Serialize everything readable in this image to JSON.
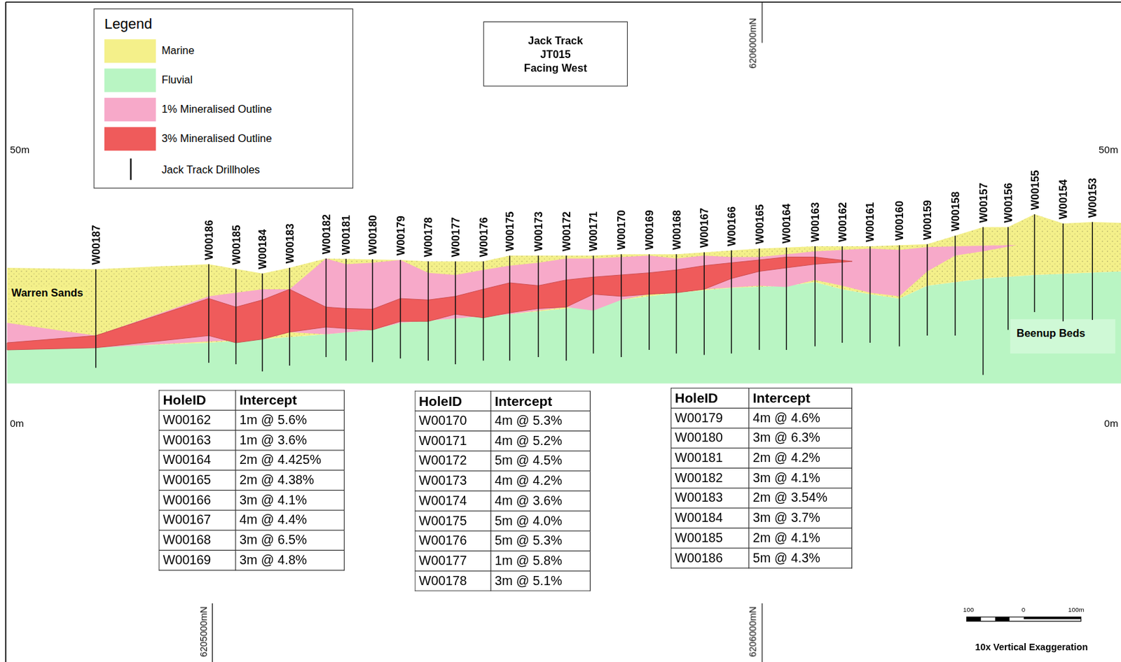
{
  "diagram": {
    "title": "Jack Track JT015 Facing West",
    "labels": [
      "Legend",
      "50m",
      "50m",
      "6206000mN",
      "W00187",
      "W00186",
      "W00185",
      "W00184",
      "W00183",
      "W00182",
      "W00181",
      "W00180",
      "W00179",
      "W00178",
      "W00177",
      "W00176",
      "W00175",
      "W00173",
      "W00172",
      "W00171",
      "W00170",
      "W00169",
      "W00168",
      "W00167",
      "W00166",
      "W00165",
      "W00164",
      "W00163",
      "W00162",
      "W00161",
      "W00160",
      "W00159",
      "W00158",
      "W00157",
      "W00156",
      "W00155",
      "W00154",
      "W00153",
      "Warren Sands",
      "Beenup Beds",
      "0m",
      "0m",
      "HoleID",
      "Intercept",
      "W00162",
      "1m @ 5.6%",
      "W00163",
      "1m @ 3.6%",
      "W00164",
      "2m @ 4.425%",
      "W00165",
      "2m @ 4.38%",
      "W00166",
      "3m @ 4.1%",
      "W00167",
      "4m @ 4.4%",
      "W00168",
      "3m @ 6.5%",
      "W00169",
      "3m @ 4.8%",
      "HoleID",
      "Intercept",
      "W00170",
      "4m @ 5.3%",
      "W00171",
      "4m @ 5.2%",
      "W00172",
      "5m @ 4.5%",
      "W00173",
      "4m @ 4.2%",
      "W00174",
      "4m @ 3.6%",
      "W00175",
      "5m @ 4.0%",
      "W00176",
      "5m @ 5.3%",
      "W00177",
      "1m @ 5.8%",
      "W00178",
      "3m @ 5.1%",
      "HoleID",
      "Intercept",
      "W00179",
      "4m @ 4.6%",
      "W00180",
      "3m @ 6.3%",
      "W00181",
      "2m @ 4.2%",
      "W00182",
      "3m @ 4.1%",
      "W00183",
      "2m @ 3.54%",
      "W00184",
      "3m @ 3.7%",
      "W00185",
      "2m @ 4.1%",
      "W00186",
      "5m @ 4.3%",
      "6205000mN",
      "6206000mN",
      "100",
      "0",
      "100m",
      "10x Vertical Exaggeration"
    ],
    "legend": [
      {
        "text": "Marine",
        "color": "#f4f08a"
      },
      {
        "text": "Fluvial",
        "color": "#b9f5c3"
      },
      {
        "text": "1% Mineralised Outline",
        "color": "#f7a9c9"
      },
      {
        "text": "3% Mineralised Outline",
        "color": "#ef5b5b"
      },
      {
        "text": "Jack Track Drillholes"
      }
    ]
  }
}
